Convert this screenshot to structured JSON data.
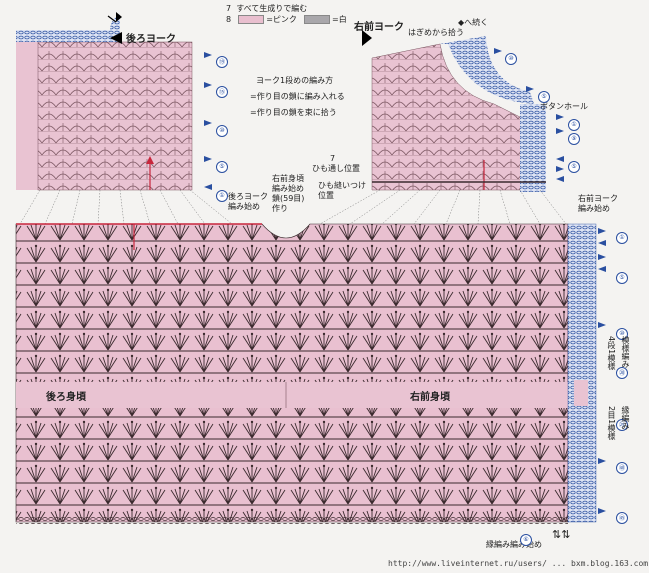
{
  "legend": {
    "line1_num": "7",
    "line1_text": "すべて生成りで編む",
    "line2_num": "8",
    "pink_label": "=ピンク",
    "gray_label": "=白",
    "colors": {
      "pink": "#e9bfcf",
      "gray": "#a9a7ab",
      "blue": "#2a4fa0",
      "red": "#c8263c"
    }
  },
  "back_yoke": {
    "title": "後ろヨーク",
    "start_label": "後ろヨーク\n編み始め",
    "row_markers": [
      "⑲",
      "⑮",
      "⑩",
      "⑤",
      "①"
    ]
  },
  "notes": {
    "title": "ヨーク1段めの編み方",
    "line1": "=作り目の鎖に編み入れる",
    "line2": "=作り目の鎖を束に拾う"
  },
  "front_yoke": {
    "title": "右前ヨーク",
    "pickup_label": "はぎめから拾う",
    "continue_label": "へ続く",
    "buttonhole_label": "ボタンホール",
    "start_label": "右前ヨーク\n編み始め",
    "row_markers": [
      "⑩",
      "⑤",
      "①",
      "⑨",
      "⑤"
    ]
  },
  "center_labels": {
    "start": "右前身頃\n編み始め\n鎖(59目)\n作り",
    "cord_num": "7",
    "cord_pos": "ひも通し位置",
    "tie_pos": "ひも縫いつけ\n位置"
  },
  "body": {
    "back_label": "後ろ身頃",
    "front_label": "右前身頃",
    "right_markers": [
      "①",
      "⑤",
      "⑩",
      "⑳",
      "㉕",
      "㊵",
      "㊺"
    ],
    "pattern_label": "4段1模様",
    "pattern_label2": "模様編み",
    "edge_label": "2目1模様",
    "edge_label2": "縁編み",
    "edging_start": "縁編み編み始め",
    "bottom_marker": "⑥"
  },
  "watermark": "http://www.liveinternet.ru/users/ ... bxm.blog.163.com"
}
